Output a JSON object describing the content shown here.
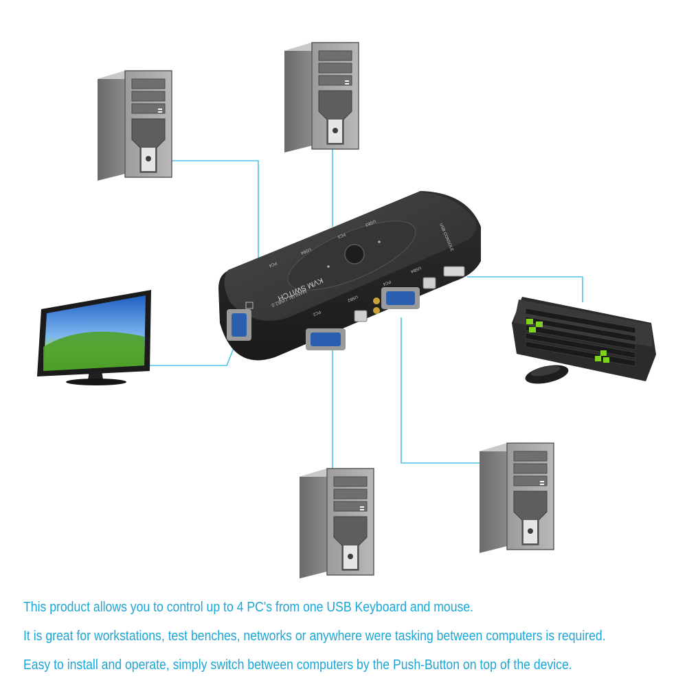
{
  "diagram": {
    "device": {
      "top_label_1": "KVM SWITCH",
      "top_label_2": "MANUAL USB2.0",
      "front_port_labels": [
        "PC2",
        "USB2",
        "PC4",
        "USB4"
      ],
      "rear_port_labels": [
        "PC4",
        "USB4",
        "PC3",
        "USB3",
        "USB CONSOLE"
      ]
    },
    "wire_color": "#4fc3e8",
    "keyboard_key_color": "#7ed321"
  },
  "caption": {
    "line1": "This product allows you to control up to 4 PC's from one USB Keyboard and mouse.",
    "line2": "It is great for workstations, test benches, networks or anywhere were tasking between computers is required.",
    "line3": "Easy to install and operate, simply switch between computers by the Push-Button on top of the device."
  }
}
